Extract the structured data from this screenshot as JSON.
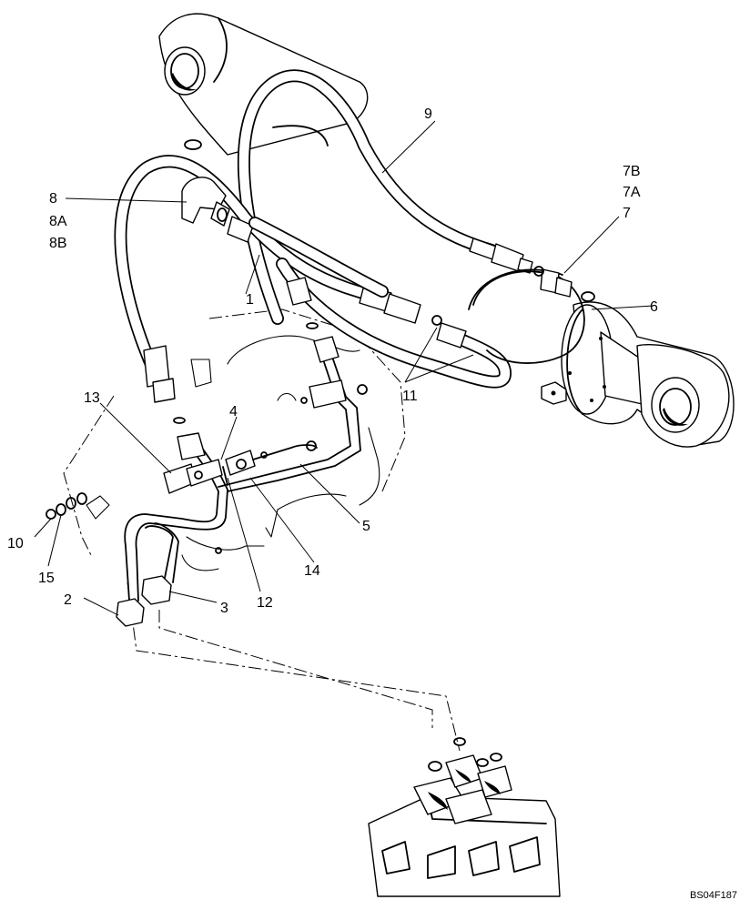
{
  "diagram": {
    "reference_code": "BS04F187",
    "callouts": {
      "c1": "1",
      "c2": "2",
      "c3": "3",
      "c4": "4",
      "c5": "5",
      "c6": "6",
      "c7": "7",
      "c7A": "7A",
      "c7B": "7B",
      "c8": "8",
      "c8A": "8A",
      "c8B": "8B",
      "c9": "9",
      "c10": "10",
      "c11": "11",
      "c12": "12",
      "c13": "13",
      "c14": "14",
      "c15": "15"
    }
  }
}
